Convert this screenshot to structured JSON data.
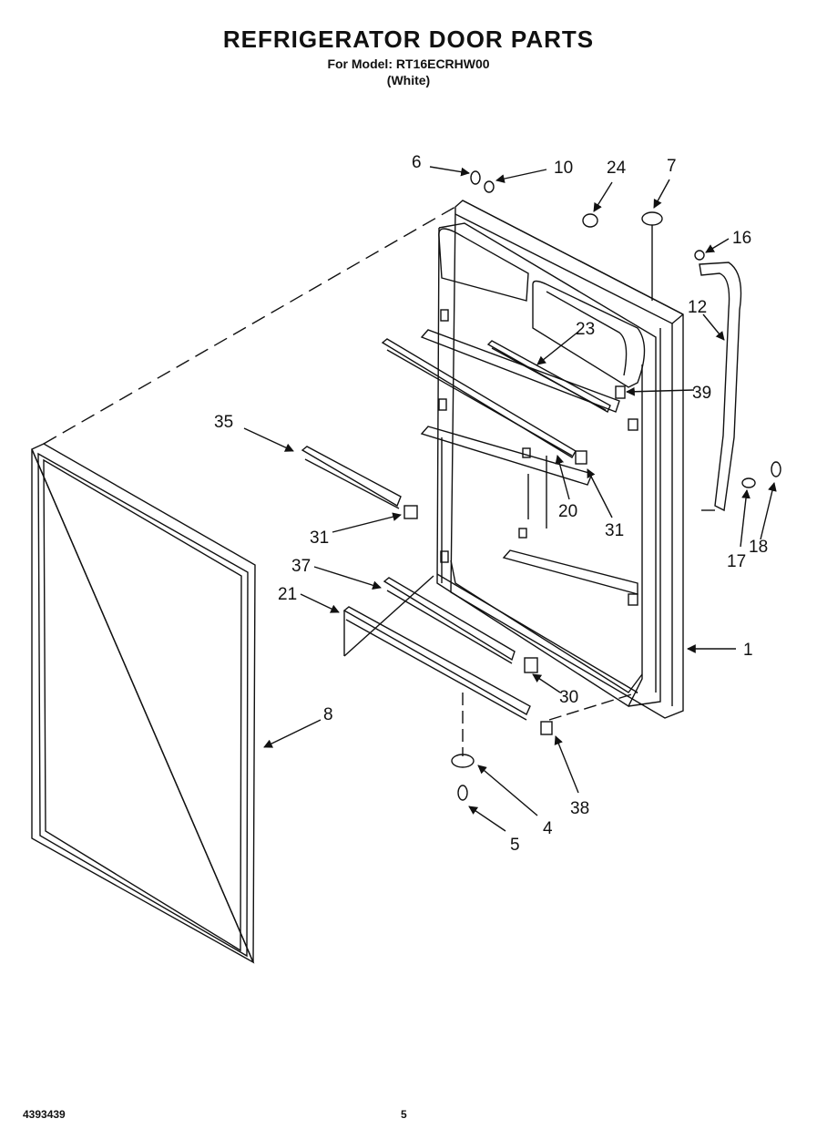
{
  "header": {
    "title": "REFRIGERATOR DOOR PARTS",
    "model_line": "For Model: RT16ECRHW00",
    "color_line": "(White)"
  },
  "footer": {
    "doc_number": "4393439",
    "page_number": "5"
  },
  "callouts": [
    "6",
    "10",
    "24",
    "7",
    "16",
    "12",
    "23",
    "39",
    "35",
    "31",
    "20",
    "31",
    "17",
    "18",
    "37",
    "21",
    "1",
    "30",
    "8",
    "38",
    "4",
    "5"
  ]
}
